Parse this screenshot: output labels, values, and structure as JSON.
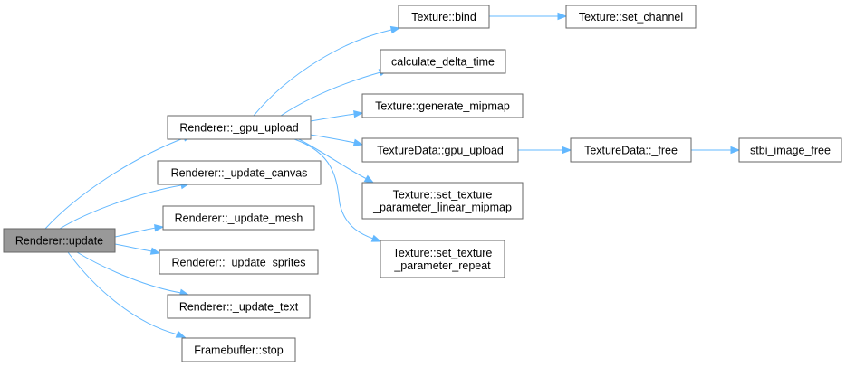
{
  "graph": {
    "nodes": {
      "renderer_update": [
        "Renderer::update"
      ],
      "gpu_upload": [
        "Renderer::_gpu_upload"
      ],
      "update_canvas": [
        "Renderer::_update_canvas"
      ],
      "update_mesh": [
        "Renderer::_update_mesh"
      ],
      "update_sprites": [
        "Renderer::_update_sprites"
      ],
      "update_text": [
        "Renderer::_update_text"
      ],
      "framebuffer_stop": [
        "Framebuffer::stop"
      ],
      "texture_bind": [
        "Texture::bind"
      ],
      "calc_delta_time": [
        "calculate_delta_time"
      ],
      "generate_mipmap": [
        "Texture::generate_mipmap"
      ],
      "texturedata_gpu_upload": [
        "TextureData::gpu_upload"
      ],
      "set_param_linear_mipmap": [
        "Texture::set_texture",
        "_parameter_linear_mipmap"
      ],
      "set_param_repeat": [
        "Texture::set_texture",
        "_parameter_repeat"
      ],
      "set_channel": [
        "Texture::set_channel"
      ],
      "texturedata_free": [
        "TextureData::_free"
      ],
      "stbi_image_free": [
        "stbi_image_free"
      ]
    },
    "edges": [
      [
        "renderer_update",
        "gpu_upload"
      ],
      [
        "renderer_update",
        "update_canvas"
      ],
      [
        "renderer_update",
        "update_mesh"
      ],
      [
        "renderer_update",
        "update_sprites"
      ],
      [
        "renderer_update",
        "update_text"
      ],
      [
        "renderer_update",
        "framebuffer_stop"
      ],
      [
        "gpu_upload",
        "texture_bind"
      ],
      [
        "gpu_upload",
        "calc_delta_time"
      ],
      [
        "gpu_upload",
        "generate_mipmap"
      ],
      [
        "gpu_upload",
        "texturedata_gpu_upload"
      ],
      [
        "gpu_upload",
        "set_param_linear_mipmap"
      ],
      [
        "gpu_upload",
        "set_param_repeat"
      ],
      [
        "texture_bind",
        "set_channel"
      ],
      [
        "texturedata_gpu_upload",
        "texturedata_free"
      ],
      [
        "texturedata_free",
        "stbi_image_free"
      ]
    ],
    "colors": {
      "edge": "#63b8ff",
      "node_border": "#666666",
      "node_fill": "#ffffff",
      "root_fill": "#999999",
      "text": "#000000"
    }
  }
}
